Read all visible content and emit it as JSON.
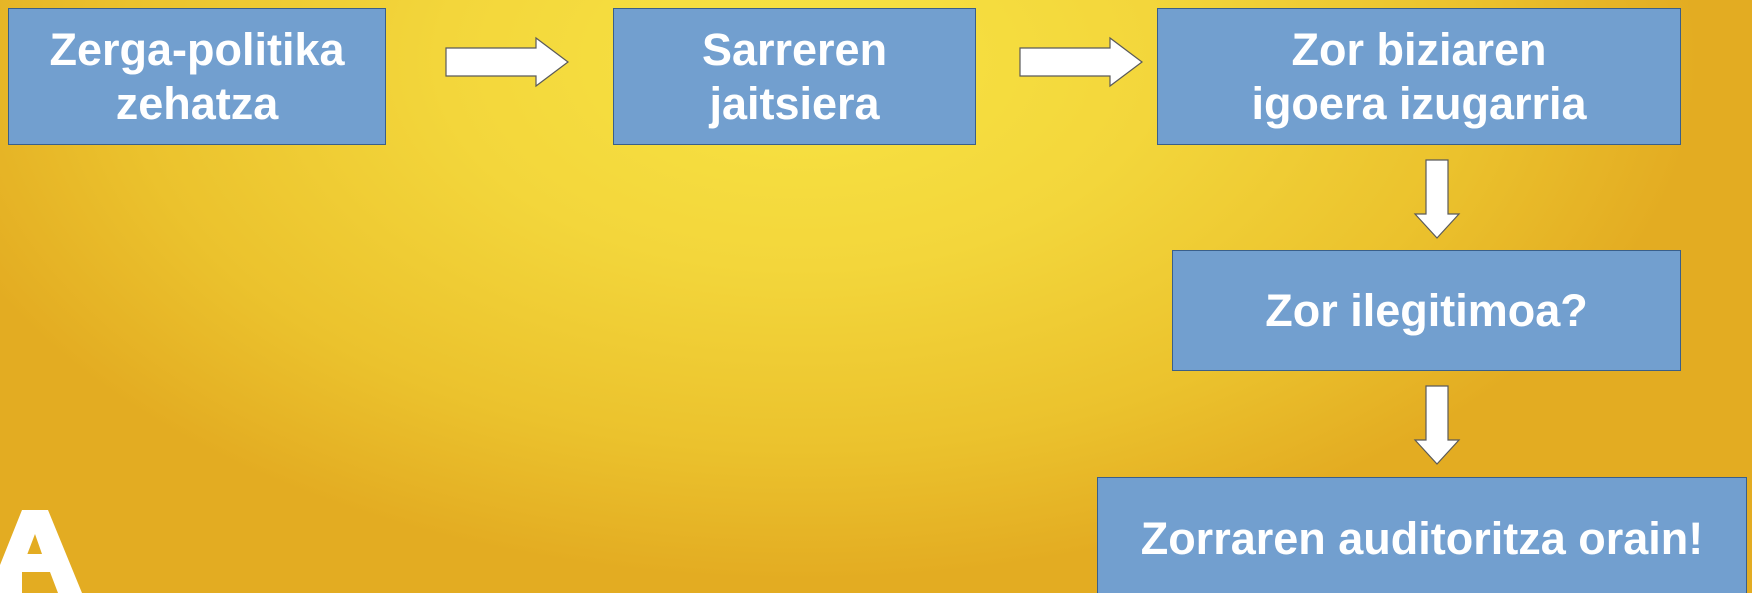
{
  "diagram": {
    "nodes": [
      {
        "id": "n1",
        "label": "Zerga-politika\nzehatza"
      },
      {
        "id": "n2",
        "label": "Sarreren\njaitsiera"
      },
      {
        "id": "n3",
        "label": "Zor biziaren\nigoera izugarria"
      },
      {
        "id": "n4",
        "label": "Zor ilegitimoa?"
      },
      {
        "id": "n5",
        "label": "Zorraren auditoritza orain!"
      }
    ],
    "edges": [
      {
        "from": "n1",
        "to": "n2",
        "direction": "right"
      },
      {
        "from": "n2",
        "to": "n3",
        "direction": "right"
      },
      {
        "from": "n3",
        "to": "n4",
        "direction": "down"
      },
      {
        "from": "n4",
        "to": "n5",
        "direction": "down"
      }
    ]
  },
  "colors": {
    "box_fill": "#729fcf",
    "box_text": "#ffffff",
    "arrow_fill": "#ffffff",
    "background": "#f3d63b"
  }
}
